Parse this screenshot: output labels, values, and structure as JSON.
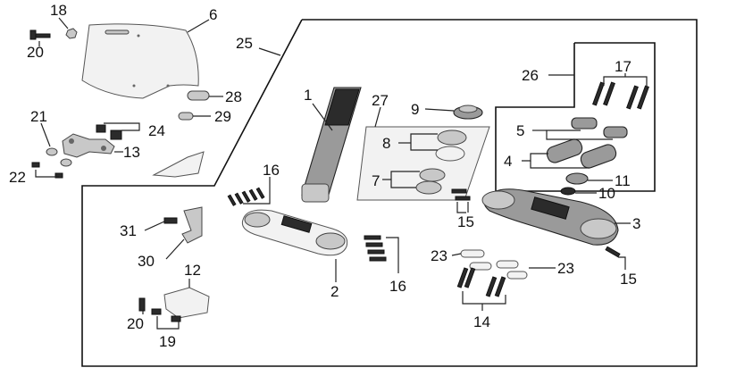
{
  "callouts": {
    "c1": "1",
    "c2": "2",
    "c3": "3",
    "c4": "4",
    "c5": "5",
    "c6": "6",
    "c7": "7",
    "c8": "8",
    "c9": "9",
    "c10": "10",
    "c11": "11",
    "c12": "12",
    "c13": "13",
    "c14": "14",
    "c15a": "15",
    "c15b": "15",
    "c16a": "16",
    "c16b": "16",
    "c17": "17",
    "c18": "18",
    "c19": "19",
    "c20a": "20",
    "c20b": "20",
    "c21": "21",
    "c22": "22",
    "c23a": "23",
    "c23b": "23",
    "c24": "24",
    "c25": "25",
    "c26": "26",
    "c27": "27",
    "c28": "28",
    "c29": "29",
    "c30": "30",
    "c31": "31"
  }
}
